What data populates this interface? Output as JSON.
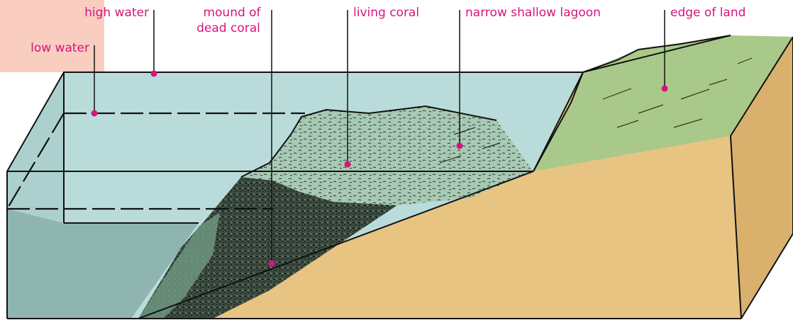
{
  "labels": {
    "high_water": "high water",
    "low_water": "low water",
    "mound_line1": "mound of",
    "mound_line2": "dead coral",
    "living_coral": "living coral",
    "lagoon": "narrow shallow lagoon",
    "edge_of_land": "edge of land"
  },
  "colors": {
    "label": "#d6157e",
    "panel": "#f9cdbf",
    "water": "#b9dcdb",
    "deep_water": "#8fb5b0",
    "land": "#e8c483",
    "land_top": "#a9c98a",
    "dead_coral": "#6d9680",
    "living_coral": "#a8cab5",
    "outline": "#111111"
  }
}
